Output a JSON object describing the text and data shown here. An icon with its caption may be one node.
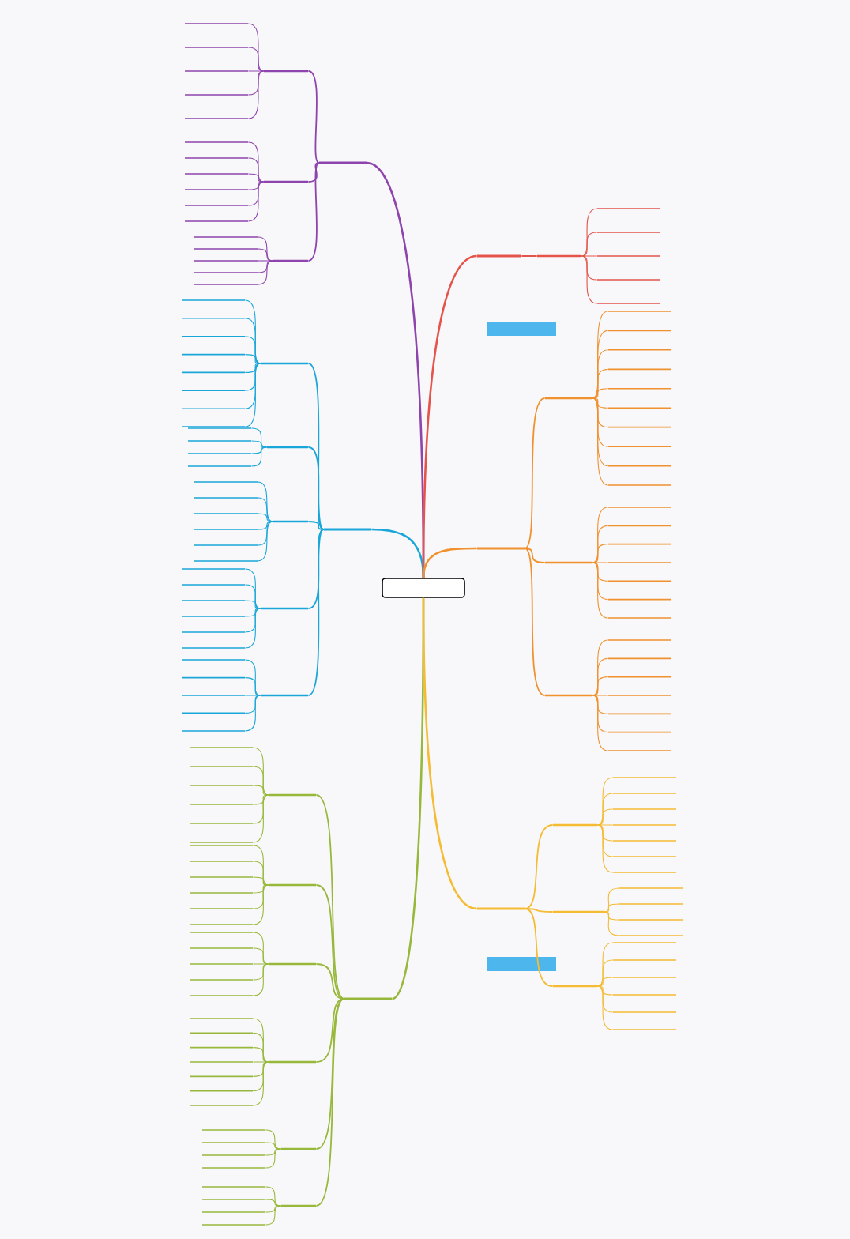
{
  "diagram": {
    "nodes": [
      {
        "text": [],
        "shape": "box"
      },
      {
        "text": [],
        "shape": "bar"
      },
      {
        "text": [],
        "shape": "bar"
      },
      {
        "text": [],
        "shape": "bar"
      },
      {
        "text": [],
        "shape": "bar"
      },
      {
        "text": [],
        "shape": "bar"
      },
      {
        "text": [],
        "shape": "bar"
      },
      {
        "text": [],
        "shape": "bar"
      },
      {
        "text": [],
        "shape": "bar"
      },
      {
        "text": [],
        "shape": "bar"
      },
      {
        "text": [],
        "shape": "bar"
      },
      {
        "text": [],
        "shape": "bar"
      },
      {
        "text": [],
        "shape": "bar"
      },
      {
        "text": [],
        "shape": "bar"
      },
      {
        "text": [],
        "shape": "bar"
      },
      {
        "text": [],
        "shape": "bar"
      },
      {
        "text": [],
        "shape": "bar"
      },
      {
        "text": [],
        "shape": "bar"
      },
      {
        "text": [],
        "shape": "bar"
      },
      {
        "text": [],
        "shape": "bar"
      },
      {
        "text": [],
        "shape": "bar"
      },
      {
        "text": [],
        "shape": "bar"
      },
      {
        "text": [],
        "shape": "bar"
      },
      {
        "text": [],
        "shape": "bar"
      },
      {
        "text": [],
        "shape": "bar"
      },
      {
        "text": [],
        "shape": "bar"
      },
      {
        "text": [],
        "shape": "bar"
      },
      {
        "text": [],
        "shape": "bar"
      },
      {
        "text": [],
        "shape": "bar"
      },
      {
        "text": [],
        "shape": "bar"
      },
      {
        "text": [],
        "shape": "bar"
      },
      {
        "text": [],
        "shape": "bar"
      },
      {
        "text": [],
        "shape": "bar"
      },
      {
        "text": [],
        "shape": "bar"
      },
      {
        "text": [],
        "shape": "bar"
      },
      {
        "text": [],
        "shape": "bar"
      },
      {
        "text": [],
        "shape": "bar"
      },
      {
        "text": [],
        "shape": "bar"
      },
      {
        "text": [],
        "shape": "bar"
      },
      {
        "text": [],
        "shape": "bar"
      },
      {
        "text": [],
        "shape": "bar"
      },
      {
        "text": [],
        "shape": "bar"
      },
      {
        "text": [],
        "shape": "bar"
      },
      {
        "text": [],
        "shape": "bar"
      },
      {
        "text": [],
        "shape": "bar"
      },
      {
        "text": [],
        "shape": "bar"
      },
      {
        "text": [],
        "shape": "bar"
      },
      {
        "text": [],
        "shape": "bar"
      },
      {
        "text": [],
        "shape": "bar"
      },
      {
        "text": [],
        "shape": "bar"
      },
      {
        "text": [],
        "shape": "bar"
      },
      {
        "text": [],
        "shape": "bar"
      },
      {
        "text": [],
        "shape": "bar"
      },
      {
        "text": [],
        "shape": "bar"
      },
      {
        "text": [],
        "shape": "bar"
      },
      {
        "text": [],
        "shape": "bar"
      },
      {
        "text": [],
        "shape": "bar"
      },
      {
        "text": [],
        "shape": "bar"
      },
      {
        "text": [],
        "shape": "bar"
      },
      {
        "text": [],
        "shape": "bar"
      },
      {
        "text": [],
        "shape": "bar"
      },
      {
        "text": [],
        "shape": "bar"
      },
      {
        "text": [],
        "shape": "bar"
      },
      {
        "text": [],
        "shape": "bar"
      },
      {
        "text": [],
        "shape": "bar"
      },
      {
        "text": [],
        "shape": "bar"
      },
      {
        "text": [],
        "shape": "bar"
      },
      {
        "text": [],
        "shape": "bar"
      },
      {
        "text": [],
        "shape": "bar"
      },
      {
        "text": [],
        "shape": "bar"
      },
      {
        "text": [],
        "shape": "bar"
      },
      {
        "text": [],
        "shape": "bar"
      },
      {
        "text": [],
        "shape": "bar"
      },
      {
        "text": [],
        "shape": "bar"
      },
      {
        "text": [],
        "shape": "bar"
      },
      {
        "text": [],
        "shape": "bar"
      },
      {
        "text": [],
        "shape": "bar"
      },
      {
        "text": [],
        "shape": "bar"
      },
      {
        "text": [],
        "shape": "bar"
      },
      {
        "text": [],
        "shape": "bar"
      },
      {
        "text": [],
        "shape": "bar"
      },
      {
        "text": [],
        "shape": "bar"
      },
      {
        "text": [],
        "shape": "bar"
      },
      {
        "text": [],
        "shape": "bar"
      },
      {
        "text": [],
        "shape": "bar"
      },
      {
        "text": [],
        "shape": "bar"
      },
      {
        "text": [],
        "shape": "bar"
      },
      {
        "text": [],
        "shape": "bar"
      },
      {
        "text": [],
        "shape": "bar"
      },
      {
        "text": [],
        "shape": "bar"
      },
      {
        "text": [],
        "shape": "bar"
      },
      {
        "text": [],
        "shape": "bar"
      },
      {
        "text": [],
        "shape": "bar"
      },
      {
        "text": [],
        "shape": "bar"
      },
      {
        "text": [],
        "shape": "bar"
      },
      {
        "text": [],
        "shape": "bar"
      },
      {
        "text": [],
        "shape": "bar"
      },
      {
        "text": [],
        "shape": "bar"
      },
      {
        "text": [],
        "shape": "bar"
      },
      {
        "text": [],
        "shape": "bar"
      },
      {
        "text": [],
        "shape": "bar"
      },
      {
        "text": [],
        "shape": "bar"
      },
      {
        "text": [],
        "shape": "bar"
      },
      {
        "text": [],
        "shape": "bar"
      },
      {
        "text": [],
        "shape": "bar"
      },
      {
        "text": [],
        "shape": "bar"
      },
      {
        "text": [],
        "shape": "bar"
      },
      {
        "text": [],
        "shape": "bar"
      },
      {
        "text": [],
        "shape": "bar"
      },
      {
        "text": [],
        "shape": "bar"
      },
      {
        "text": [],
        "shape": "bar"
      },
      {
        "text": [],
        "shape": "bar"
      },
      {
        "text": [],
        "shape": "bar"
      },
      {
        "text": [],
        "shape": "bar"
      },
      {
        "text": [],
        "shape": "bar"
      },
      {
        "text": [],
        "shape": "bar"
      },
      {
        "text": [],
        "shape": "bar"
      },
      {
        "text": [],
        "shape": "bar"
      },
      {
        "text": [],
        "shape": "bar"
      },
      {
        "text": [],
        "shape": "bar"
      },
      {
        "text": [],
        "shape": "bar"
      },
      {
        "text": [],
        "shape": "bar"
      },
      {
        "text": [],
        "shape": "bar"
      },
      {
        "text": [],
        "shape": "bar"
      },
      {
        "text": [],
        "shape": "bar"
      },
      {
        "text": [],
        "shape": "bar"
      },
      {
        "text": [],
        "shape": "bar"
      },
      {
        "text": [],
        "shape": "bar"
      },
      {
        "text": [],
        "shape": "bar"
      },
      {
        "text": [],
        "shape": "bar"
      },
      {
        "text": [],
        "shape": "bar"
      },
      {
        "text": [],
        "shape": "bar"
      },
      {
        "text": [],
        "shape": "bar"
      },
      {
        "text": [],
        "shape": "bar"
      },
      {
        "text": [],
        "shape": "bar"
      },
      {
        "text": [],
        "shape": "bar"
      },
      {
        "text": [],
        "shape": "bar"
      },
      {
        "text": [],
        "shape": "bar"
      },
      {
        "text": [],
        "shape": "bar"
      },
      {
        "text": [],
        "shape": "bar"
      },
      {
        "text": [],
        "shape": "bar"
      },
      {
        "text": [],
        "shape": "bar"
      },
      {
        "text": [],
        "shape": "bar"
      },
      {
        "text": [],
        "shape": "bar"
      },
      {
        "text": [],
        "shape": "bar"
      },
      {
        "text": [],
        "shape": "bar"
      },
      {
        "text": [],
        "shape": "bar"
      },
      {
        "text": [],
        "shape": "bar"
      },
      {
        "text": [],
        "shape": "bar"
      },
      {
        "text": [],
        "shape": "bar"
      },
      {
        "text": [],
        "shape": "bar"
      },
      {
        "text": [],
        "shape": "box"
      },
      {
        "text": [],
        "shape": "box"
      }
    ],
    "edges": [
      {
        "from": 0,
        "to": 1,
        "arrow": "none",
        "color": "#8e44ad"
      },
      {
        "from": 1,
        "to": 2,
        "arrow": "none",
        "color": "#8e44ad"
      },
      {
        "from": 2,
        "to": 3,
        "arrow": "none",
        "color": "#8e44ad"
      },
      {
        "from": 2,
        "to": 4,
        "arrow": "none",
        "color": "#8e44ad"
      },
      {
        "from": 2,
        "to": 5,
        "arrow": "none",
        "color": "#8e44ad"
      },
      {
        "from": 2,
        "to": 6,
        "arrow": "none",
        "color": "#8e44ad"
      },
      {
        "from": 2,
        "to": 7,
        "arrow": "none",
        "color": "#8e44ad"
      },
      {
        "from": 1,
        "to": 8,
        "arrow": "none",
        "color": "#8e44ad"
      },
      {
        "from": 8,
        "to": 9,
        "arrow": "none",
        "color": "#8e44ad"
      },
      {
        "from": 8,
        "to": 10,
        "arrow": "none",
        "color": "#8e44ad"
      },
      {
        "from": 8,
        "to": 11,
        "arrow": "none",
        "color": "#8e44ad"
      },
      {
        "from": 8,
        "to": 12,
        "arrow": "none",
        "color": "#8e44ad"
      },
      {
        "from": 8,
        "to": 13,
        "arrow": "none",
        "color": "#8e44ad"
      },
      {
        "from": 8,
        "to": 14,
        "arrow": "none",
        "color": "#8e44ad"
      },
      {
        "from": 1,
        "to": 15,
        "arrow": "none",
        "color": "#8e44ad"
      },
      {
        "from": 15,
        "to": 16,
        "arrow": "none",
        "color": "#8e44ad"
      },
      {
        "from": 15,
        "to": 17,
        "arrow": "none",
        "color": "#8e44ad"
      },
      {
        "from": 15,
        "to": 18,
        "arrow": "none",
        "color": "#8e44ad"
      },
      {
        "from": 15,
        "to": 19,
        "arrow": "none",
        "color": "#8e44ad"
      },
      {
        "from": 15,
        "to": 20,
        "arrow": "none",
        "color": "#8e44ad"
      },
      {
        "from": 0,
        "to": 21,
        "arrow": "none",
        "color": "#1aa6d9"
      },
      {
        "from": 21,
        "to": 22,
        "arrow": "none",
        "color": "#1aa6d9"
      },
      {
        "from": 22,
        "to": 23,
        "arrow": "none",
        "color": "#1aa6d9"
      },
      {
        "from": 22,
        "to": 24,
        "arrow": "none",
        "color": "#1aa6d9"
      },
      {
        "from": 22,
        "to": 25,
        "arrow": "none",
        "color": "#1aa6d9"
      },
      {
        "from": 22,
        "to": 26,
        "arrow": "none",
        "color": "#1aa6d9"
      },
      {
        "from": 22,
        "to": 27,
        "arrow": "none",
        "color": "#1aa6d9"
      },
      {
        "from": 22,
        "to": 28,
        "arrow": "none",
        "color": "#1aa6d9"
      },
      {
        "from": 22,
        "to": 29,
        "arrow": "none",
        "color": "#1aa6d9"
      },
      {
        "from": 22,
        "to": 30,
        "arrow": "none",
        "color": "#1aa6d9"
      },
      {
        "from": 21,
        "to": 31,
        "arrow": "none",
        "color": "#1aa6d9"
      },
      {
        "from": 31,
        "to": 32,
        "arrow": "none",
        "color": "#1aa6d9"
      },
      {
        "from": 31,
        "to": 33,
        "arrow": "none",
        "color": "#1aa6d9"
      },
      {
        "from": 31,
        "to": 34,
        "arrow": "none",
        "color": "#1aa6d9"
      },
      {
        "from": 31,
        "to": 35,
        "arrow": "none",
        "color": "#1aa6d9"
      },
      {
        "from": 21,
        "to": 36,
        "arrow": "none",
        "color": "#1aa6d9"
      },
      {
        "from": 36,
        "to": 37,
        "arrow": "none",
        "color": "#1aa6d9"
      },
      {
        "from": 36,
        "to": 38,
        "arrow": "none",
        "color": "#1aa6d9"
      },
      {
        "from": 36,
        "to": 39,
        "arrow": "none",
        "color": "#1aa6d9"
      },
      {
        "from": 36,
        "to": 40,
        "arrow": "none",
        "color": "#1aa6d9"
      },
      {
        "from": 36,
        "to": 41,
        "arrow": "none",
        "color": "#1aa6d9"
      },
      {
        "from": 36,
        "to": 42,
        "arrow": "none",
        "color": "#1aa6d9"
      },
      {
        "from": 21,
        "to": 43,
        "arrow": "none",
        "color": "#1aa6d9"
      },
      {
        "from": 43,
        "to": 44,
        "arrow": "none",
        "color": "#1aa6d9"
      },
      {
        "from": 43,
        "to": 45,
        "arrow": "none",
        "color": "#1aa6d9"
      },
      {
        "from": 43,
        "to": 46,
        "arrow": "none",
        "color": "#1aa6d9"
      },
      {
        "from": 43,
        "to": 47,
        "arrow": "none",
        "color": "#1aa6d9"
      },
      {
        "from": 43,
        "to": 48,
        "arrow": "none",
        "color": "#1aa6d9"
      },
      {
        "from": 43,
        "to": 49,
        "arrow": "none",
        "color": "#1aa6d9"
      },
      {
        "from": 21,
        "to": 50,
        "arrow": "none",
        "color": "#1aa6d9"
      },
      {
        "from": 50,
        "to": 51,
        "arrow": "none",
        "color": "#1aa6d9"
      },
      {
        "from": 50,
        "to": 52,
        "arrow": "none",
        "color": "#1aa6d9"
      },
      {
        "from": 50,
        "to": 53,
        "arrow": "none",
        "color": "#1aa6d9"
      },
      {
        "from": 50,
        "to": 54,
        "arrow": "none",
        "color": "#1aa6d9"
      },
      {
        "from": 50,
        "to": 55,
        "arrow": "none",
        "color": "#1aa6d9"
      },
      {
        "from": 0,
        "to": 56,
        "arrow": "none",
        "color": "#98b83b"
      },
      {
        "from": 56,
        "to": 57,
        "arrow": "none",
        "color": "#98b83b"
      },
      {
        "from": 57,
        "to": 58,
        "arrow": "none",
        "color": "#98b83b"
      },
      {
        "from": 57,
        "to": 59,
        "arrow": "none",
        "color": "#98b83b"
      },
      {
        "from": 57,
        "to": 60,
        "arrow": "none",
        "color": "#98b83b"
      },
      {
        "from": 57,
        "to": 61,
        "arrow": "none",
        "color": "#98b83b"
      },
      {
        "from": 57,
        "to": 62,
        "arrow": "none",
        "color": "#98b83b"
      },
      {
        "from": 57,
        "to": 63,
        "arrow": "none",
        "color": "#98b83b"
      },
      {
        "from": 56,
        "to": 64,
        "arrow": "none",
        "color": "#98b83b"
      },
      {
        "from": 64,
        "to": 65,
        "arrow": "none",
        "color": "#98b83b"
      },
      {
        "from": 64,
        "to": 66,
        "arrow": "none",
        "color": "#98b83b"
      },
      {
        "from": 64,
        "to": 67,
        "arrow": "none",
        "color": "#98b83b"
      },
      {
        "from": 64,
        "to": 68,
        "arrow": "none",
        "color": "#98b83b"
      },
      {
        "from": 64,
        "to": 69,
        "arrow": "none",
        "color": "#98b83b"
      },
      {
        "from": 64,
        "to": 70,
        "arrow": "none",
        "color": "#98b83b"
      },
      {
        "from": 56,
        "to": 71,
        "arrow": "none",
        "color": "#98b83b"
      },
      {
        "from": 71,
        "to": 72,
        "arrow": "none",
        "color": "#98b83b"
      },
      {
        "from": 71,
        "to": 73,
        "arrow": "none",
        "color": "#98b83b"
      },
      {
        "from": 71,
        "to": 74,
        "arrow": "none",
        "color": "#98b83b"
      },
      {
        "from": 71,
        "to": 75,
        "arrow": "none",
        "color": "#98b83b"
      },
      {
        "from": 71,
        "to": 76,
        "arrow": "none",
        "color": "#98b83b"
      },
      {
        "from": 56,
        "to": 77,
        "arrow": "none",
        "color": "#98b83b"
      },
      {
        "from": 77,
        "to": 78,
        "arrow": "none",
        "color": "#98b83b"
      },
      {
        "from": 77,
        "to": 79,
        "arrow": "none",
        "color": "#98b83b"
      },
      {
        "from": 77,
        "to": 80,
        "arrow": "none",
        "color": "#98b83b"
      },
      {
        "from": 77,
        "to": 81,
        "arrow": "none",
        "color": "#98b83b"
      },
      {
        "from": 77,
        "to": 82,
        "arrow": "none",
        "color": "#98b83b"
      },
      {
        "from": 77,
        "to": 83,
        "arrow": "none",
        "color": "#98b83b"
      },
      {
        "from": 77,
        "to": 84,
        "arrow": "none",
        "color": "#98b83b"
      },
      {
        "from": 56,
        "to": 85,
        "arrow": "none",
        "color": "#98b83b"
      },
      {
        "from": 85,
        "to": 86,
        "arrow": "none",
        "color": "#98b83b"
      },
      {
        "from": 85,
        "to": 87,
        "arrow": "none",
        "color": "#98b83b"
      },
      {
        "from": 85,
        "to": 88,
        "arrow": "none",
        "color": "#98b83b"
      },
      {
        "from": 85,
        "to": 89,
        "arrow": "none",
        "color": "#98b83b"
      },
      {
        "from": 56,
        "to": 90,
        "arrow": "none",
        "color": "#98b83b"
      },
      {
        "from": 90,
        "to": 91,
        "arrow": "none",
        "color": "#98b83b"
      },
      {
        "from": 90,
        "to": 92,
        "arrow": "none",
        "color": "#98b83b"
      },
      {
        "from": 90,
        "to": 93,
        "arrow": "none",
        "color": "#98b83b"
      },
      {
        "from": 90,
        "to": 94,
        "arrow": "none",
        "color": "#98b83b"
      },
      {
        "from": 0,
        "to": 95,
        "arrow": "none",
        "color": "#e5534b"
      },
      {
        "from": 95,
        "to": 96,
        "arrow": "none",
        "color": "#e5534b"
      },
      {
        "from": 96,
        "to": 97,
        "arrow": "none",
        "color": "#e5534b"
      },
      {
        "from": 96,
        "to": 98,
        "arrow": "none",
        "color": "#e5534b"
      },
      {
        "from": 96,
        "to": 99,
        "arrow": "none",
        "color": "#e5534b"
      },
      {
        "from": 96,
        "to": 100,
        "arrow": "none",
        "color": "#e5534b"
      },
      {
        "from": 96,
        "to": 101,
        "arrow": "none",
        "color": "#e5534b"
      },
      {
        "from": 0,
        "to": 102,
        "arrow": "none",
        "color": "#f0912e"
      },
      {
        "from": 102,
        "to": 103,
        "arrow": "none",
        "color": "#f0912e"
      },
      {
        "from": 103,
        "to": 104,
        "arrow": "none",
        "color": "#f0912e"
      },
      {
        "from": 103,
        "to": 105,
        "arrow": "none",
        "color": "#f0912e"
      },
      {
        "from": 103,
        "to": 106,
        "arrow": "none",
        "color": "#f0912e"
      },
      {
        "from": 103,
        "to": 107,
        "arrow": "none",
        "color": "#f0912e"
      },
      {
        "from": 103,
        "to": 108,
        "arrow": "none",
        "color": "#f0912e"
      },
      {
        "from": 103,
        "to": 109,
        "arrow": "none",
        "color": "#f0912e"
      },
      {
        "from": 103,
        "to": 110,
        "arrow": "none",
        "color": "#f0912e"
      },
      {
        "from": 103,
        "to": 111,
        "arrow": "none",
        "color": "#f0912e"
      },
      {
        "from": 103,
        "to": 112,
        "arrow": "none",
        "color": "#f0912e"
      },
      {
        "from": 103,
        "to": 113,
        "arrow": "none",
        "color": "#f0912e"
      },
      {
        "from": 102,
        "to": 114,
        "arrow": "none",
        "color": "#f0912e"
      },
      {
        "from": 114,
        "to": 115,
        "arrow": "none",
        "color": "#f0912e"
      },
      {
        "from": 114,
        "to": 116,
        "arrow": "none",
        "color": "#f0912e"
      },
      {
        "from": 114,
        "to": 117,
        "arrow": "none",
        "color": "#f0912e"
      },
      {
        "from": 114,
        "to": 118,
        "arrow": "none",
        "color": "#f0912e"
      },
      {
        "from": 114,
        "to": 119,
        "arrow": "none",
        "color": "#f0912e"
      },
      {
        "from": 114,
        "to": 120,
        "arrow": "none",
        "color": "#f0912e"
      },
      {
        "from": 114,
        "to": 121,
        "arrow": "none",
        "color": "#f0912e"
      },
      {
        "from": 102,
        "to": 122,
        "arrow": "none",
        "color": "#f0912e"
      },
      {
        "from": 122,
        "to": 123,
        "arrow": "none",
        "color": "#f0912e"
      },
      {
        "from": 122,
        "to": 124,
        "arrow": "none",
        "color": "#f0912e"
      },
      {
        "from": 122,
        "to": 125,
        "arrow": "none",
        "color": "#f0912e"
      },
      {
        "from": 122,
        "to": 126,
        "arrow": "none",
        "color": "#f0912e"
      },
      {
        "from": 122,
        "to": 127,
        "arrow": "none",
        "color": "#f0912e"
      },
      {
        "from": 122,
        "to": 128,
        "arrow": "none",
        "color": "#f0912e"
      },
      {
        "from": 122,
        "to": 129,
        "arrow": "none",
        "color": "#f0912e"
      },
      {
        "from": 0,
        "to": 130,
        "arrow": "none",
        "color": "#f4bb33"
      },
      {
        "from": 130,
        "to": 131,
        "arrow": "none",
        "color": "#f4bb33"
      },
      {
        "from": 131,
        "to": 132,
        "arrow": "none",
        "color": "#f4bb33"
      },
      {
        "from": 131,
        "to": 133,
        "arrow": "none",
        "color": "#f4bb33"
      },
      {
        "from": 131,
        "to": 134,
        "arrow": "none",
        "color": "#f4bb33"
      },
      {
        "from": 131,
        "to": 135,
        "arrow": "none",
        "color": "#f4bb33"
      },
      {
        "from": 131,
        "to": 136,
        "arrow": "none",
        "color": "#f4bb33"
      },
      {
        "from": 131,
        "to": 137,
        "arrow": "none",
        "color": "#f4bb33"
      },
      {
        "from": 131,
        "to": 138,
        "arrow": "none",
        "color": "#f4bb33"
      },
      {
        "from": 130,
        "to": 139,
        "arrow": "none",
        "color": "#f4bb33"
      },
      {
        "from": 139,
        "to": 140,
        "arrow": "none",
        "color": "#f4bb33"
      },
      {
        "from": 139,
        "to": 141,
        "arrow": "none",
        "color": "#f4bb33"
      },
      {
        "from": 139,
        "to": 142,
        "arrow": "none",
        "color": "#f4bb33"
      },
      {
        "from": 139,
        "to": 143,
        "arrow": "none",
        "color": "#f4bb33"
      },
      {
        "from": 130,
        "to": 144,
        "arrow": "none",
        "color": "#f4bb33"
      },
      {
        "from": 144,
        "to": 145,
        "arrow": "none",
        "color": "#f4bb33"
      },
      {
        "from": 144,
        "to": 146,
        "arrow": "none",
        "color": "#f4bb33"
      },
      {
        "from": 144,
        "to": 147,
        "arrow": "none",
        "color": "#f4bb33"
      },
      {
        "from": 144,
        "to": 148,
        "arrow": "none",
        "color": "#f4bb33"
      },
      {
        "from": 144,
        "to": 149,
        "arrow": "none",
        "color": "#f4bb33"
      },
      {
        "from": 144,
        "to": 150,
        "arrow": "none",
        "color": "#f4bb33"
      }
    ]
  }
}
